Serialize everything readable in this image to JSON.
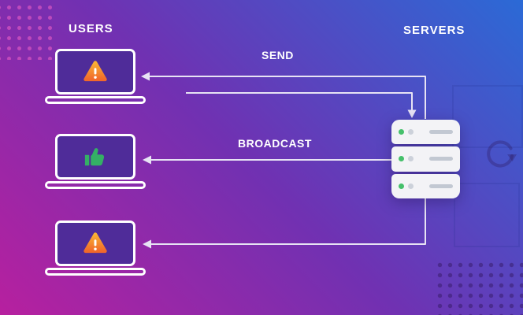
{
  "titles": {
    "users": "USERS",
    "servers": "SERVERS"
  },
  "labels": {
    "send": "SEND",
    "broadcast": "BROADCAST"
  },
  "users": [
    {
      "id": 1,
      "status_icon": "warning-icon"
    },
    {
      "id": 2,
      "status_icon": "thumbs-up-icon"
    },
    {
      "id": 3,
      "status_icon": "warning-icon"
    }
  ],
  "server": {
    "units": 3,
    "leds_per_unit": [
      "green",
      "gray"
    ]
  },
  "colors": {
    "background_gradient": [
      "#b7209f",
      "#7031b2",
      "#2b6ad6"
    ],
    "screen_purple": "#4f2c99",
    "warning_orange": "#f9b234",
    "warning_deep_orange": "#f1692a",
    "success_green": "#34b065",
    "server_body": "#f3f3f6",
    "server_led_green": "#45c06b",
    "server_led_gray": "#ccd1da",
    "arrow_line": "#e7e3f4",
    "text_white": "#ffffff"
  }
}
